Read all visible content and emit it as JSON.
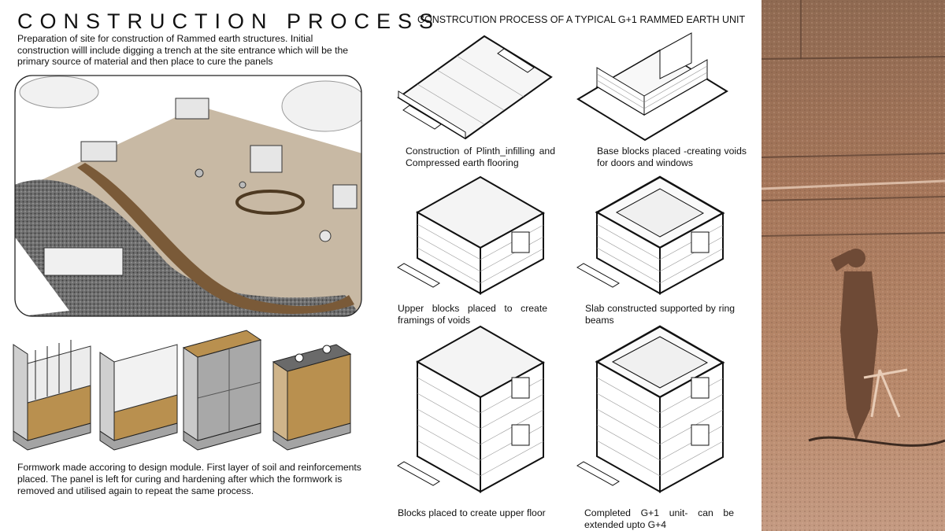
{
  "left": {
    "title": "CONSTRUCTION PROCESS",
    "intro": "Preparation of site for construction of Rammed earth structures. Initial construction willl include digging a trench at the site entrance which will be the primary source of material and then place to cure the panels",
    "formwork_text": "Formwork made accoring to design module. First layer of soil and reinforcements placed. The panel is left for curing and hardening after which the formwork is removed and utilised again to repeat the same process."
  },
  "middle": {
    "title": "CONSTRCUTION PROCESS OF A TYPICAL G+1 RAMMED EARTH UNIT",
    "stages": [
      {
        "caption": "Construction of Plinth_infilling and Compressed earth flooring"
      },
      {
        "caption": "Base blocks placed -creating voids for doors and windows"
      },
      {
        "caption": "Upper blocks placed to create framings of voids"
      },
      {
        "caption": "Slab constructed supported by ring beams"
      },
      {
        "caption": "Blocks placed to create upper floor"
      },
      {
        "caption": "Completed G+1 unit- can be extended upto G+4"
      }
    ]
  },
  "colors": {
    "ground": "#c8b9a4",
    "earth": "#b9904f",
    "concrete": "#8e8e8e",
    "photo_tone": "#b58462"
  }
}
